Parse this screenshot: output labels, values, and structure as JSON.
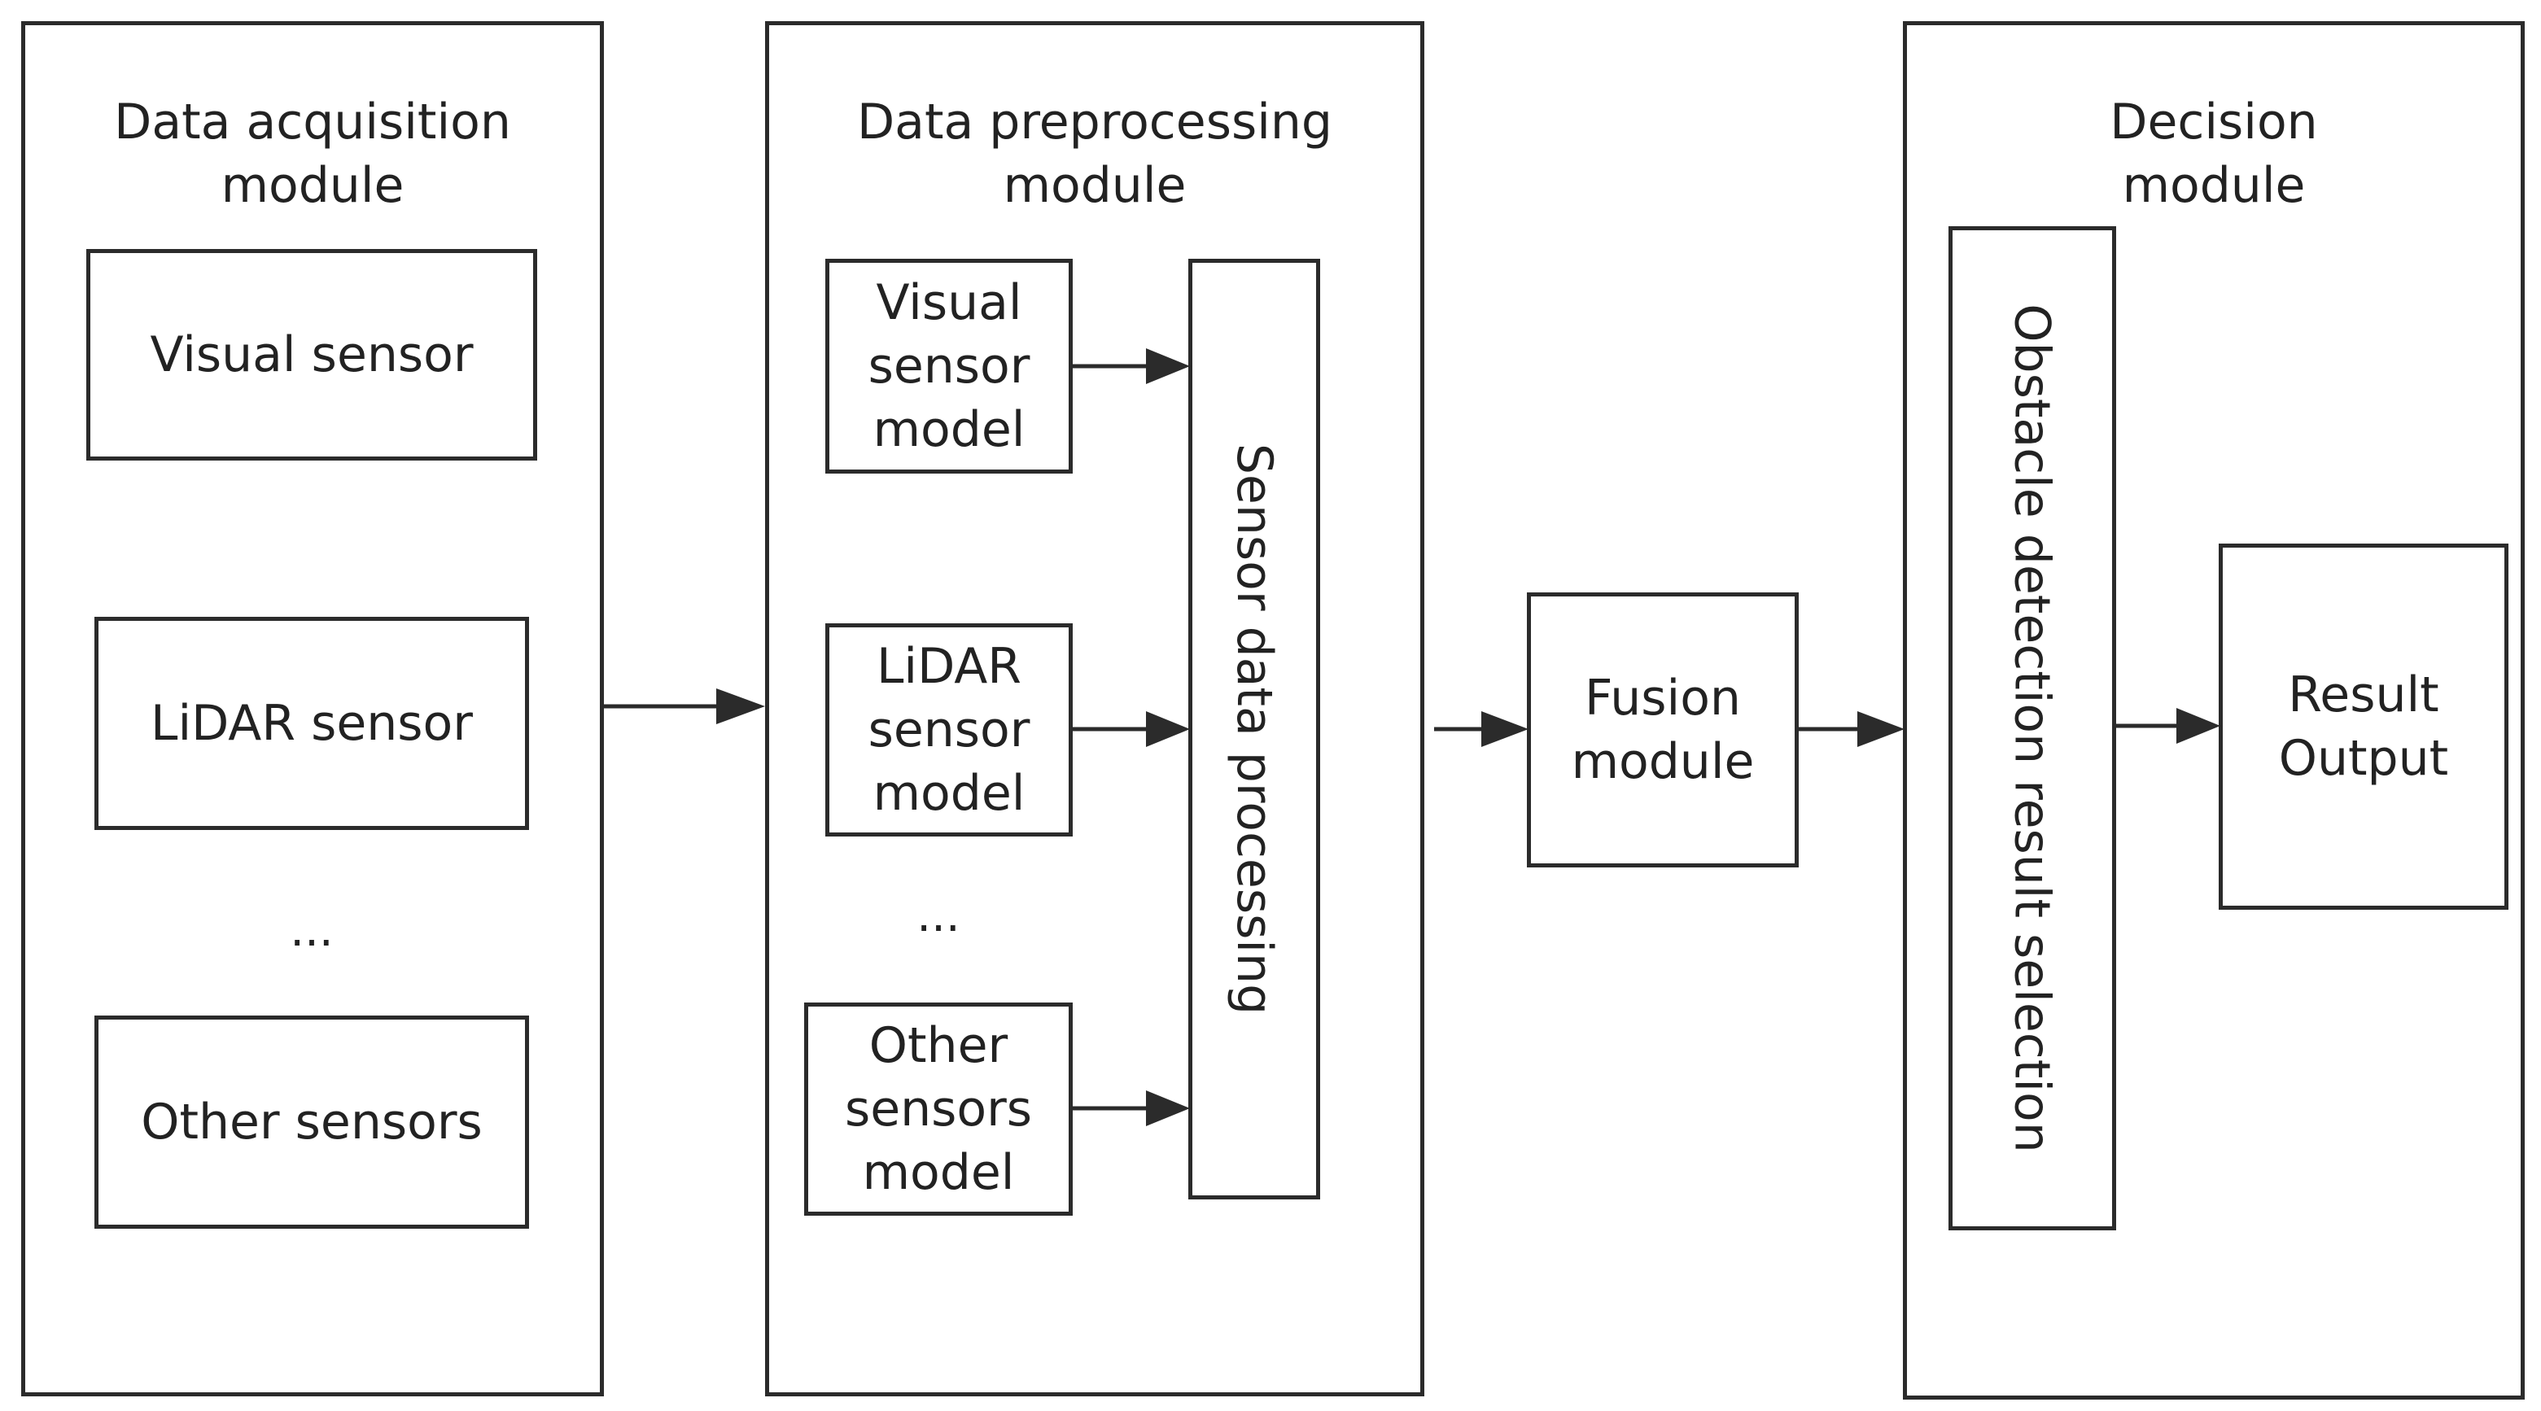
{
  "acquisition": {
    "title": "Data acquisition\nmodule",
    "visual": "Visual sensor",
    "lidar": "LiDAR sensor",
    "ellipsis": "...",
    "other": "Other sensors"
  },
  "preprocessing": {
    "title": "Data preprocessing\nmodule",
    "visual_model": "Visual\nsensor\nmodel",
    "lidar_model": "LiDAR\nsensor\nmodel",
    "ellipsis": "...",
    "other_model": "Other\nsensors\nmodel",
    "processing": "Sensor data processing"
  },
  "fusion": {
    "label": "Fusion\nmodule"
  },
  "decision": {
    "title": "Decision\nmodule",
    "selection": "Obstacle detection result selection",
    "result": "Result\nOutput"
  }
}
